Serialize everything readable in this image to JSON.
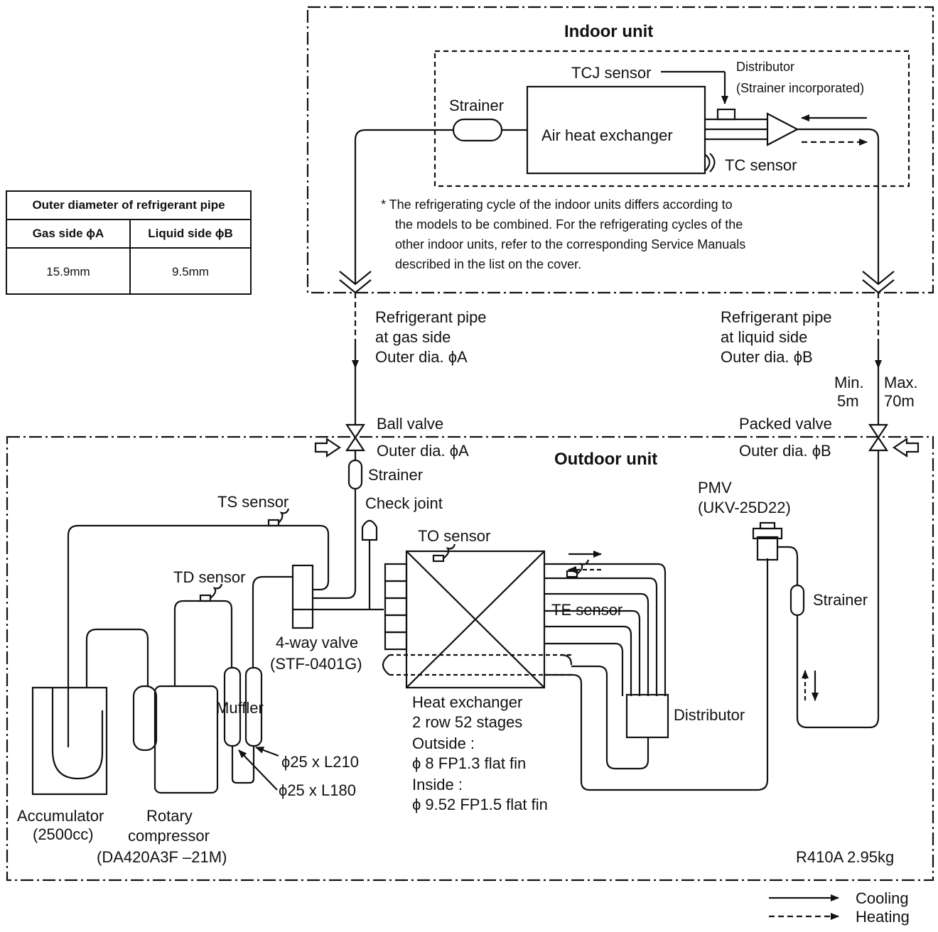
{
  "table": {
    "header": "Outer diameter of refrigerant pipe",
    "col_gas": "Gas side ϕA",
    "col_liquid": "Liquid side ϕB",
    "val_gas": "15.9mm",
    "val_liquid": "9.5mm"
  },
  "indoor": {
    "title": "Indoor unit",
    "tcj_sensor": "TCJ sensor",
    "distributor_line1": "Distributor",
    "distributor_line2": "(Strainer incorporated)",
    "strainer": "Strainer",
    "heat_exchanger": "Air heat exchanger",
    "tc_sensor": "TC sensor",
    "note_line1": "* The refrigerating cycle of the indoor units differs according to",
    "note_line2": "the models to be combined. For the refrigerating cycles of the",
    "note_line3": "other indoor units, refer to the corresponding Service Manuals",
    "note_line4": "described in the list on the cover."
  },
  "pipes": {
    "gas_line1": "Refrigerant pipe",
    "gas_line2": "at gas side",
    "gas_line3": "Outer dia. ϕA",
    "liquid_line1": "Refrigerant pipe",
    "liquid_line2": "at liquid side",
    "liquid_line3": "Outer dia. ϕB",
    "min_label": "Min.",
    "min_value": "5m",
    "max_label": "Max.",
    "max_value": "70m"
  },
  "outdoor": {
    "title": "Outdoor unit",
    "ball_valve": "Ball valve",
    "ball_valve_dia": "Outer dia. ϕA",
    "packed_valve": "Packed valve",
    "packed_valve_dia": "Outer dia. ϕB",
    "strainer_top": "Strainer",
    "check_joint": "Check joint",
    "ts_sensor": "TS sensor",
    "td_sensor": "TD sensor",
    "to_sensor": "TO sensor",
    "te_sensor": "TE sensor",
    "pmv_line1": "PMV",
    "pmv_line2": "(UKV-25D22)",
    "strainer_right": "Strainer",
    "four_way_line1": "4-way valve",
    "four_way_line2": "(STF-0401G)",
    "muffler": "Muffler",
    "muffler_dim1": "ϕ25 x L210",
    "muffler_dim2": "ϕ25 x L180",
    "hx_line1": "Heat exchanger",
    "hx_line2": "2 row 52 stages",
    "hx_line3": "Outside :",
    "hx_line4": "ϕ 8 FP1.3 flat fin",
    "hx_line5": "Inside :",
    "hx_line6": "ϕ 9.52 FP1.5 flat fin",
    "distributor": "Distributor",
    "accumulator_line1": "Accumulator",
    "accumulator_line2": "(2500cc)",
    "compressor_line1": "Rotary",
    "compressor_line2": "compressor",
    "compressor_line3": "(DA420A3F –21M)",
    "refrigerant": "R410A 2.95kg"
  },
  "legend": {
    "cooling": "Cooling",
    "heating": "Heating"
  }
}
